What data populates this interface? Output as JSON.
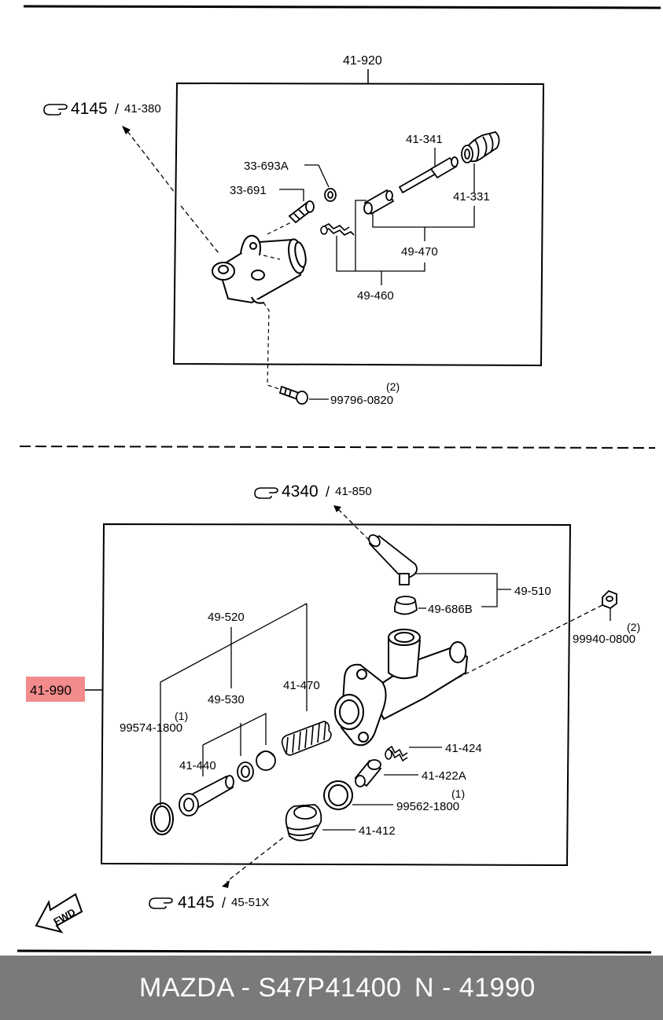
{
  "upper_assembly": {
    "assembly_no": "41-920",
    "ref_top": {
      "ref": "4145",
      "page": "41-380"
    },
    "parts": [
      "33-693A",
      "33-691",
      "41-341",
      "41-331",
      "49-470",
      "49-460"
    ],
    "bolt": {
      "part": "99796-0820",
      "qty": "(2)"
    }
  },
  "lower_assembly": {
    "assembly_no": "41-990",
    "ref_top": {
      "ref": "4340",
      "page": "41-850"
    },
    "ref_bottom": {
      "ref": "4145",
      "page": "45-51X"
    },
    "parts": [
      "49-510",
      "49-686B",
      "49-520",
      "41-470",
      "49-530",
      "41-440",
      "41-424",
      "41-422A",
      "41-412"
    ],
    "nut": {
      "part": "99940-0800",
      "qty": "(2)"
    },
    "clip": {
      "part": "99574-1800",
      "qty": "(1)"
    },
    "seal": {
      "part": "99562-1800",
      "qty": "(1)"
    }
  },
  "fwd_label": "FWD",
  "highlight_color": "#f28b8b",
  "footer": {
    "brand_part": "MAZDA - S47P41400",
    "ref_no": "N - 41990"
  }
}
